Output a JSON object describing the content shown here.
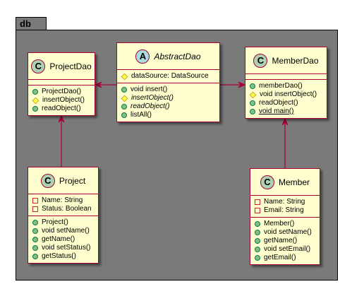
{
  "package": {
    "name": "db"
  },
  "classes": [
    {
      "id": "ProjectDao",
      "name": "ProjectDao",
      "stereotype": "C",
      "abstract": false,
      "fields": [],
      "methods": [
        {
          "vis": "public",
          "text": "ProjectDao()"
        },
        {
          "vis": "protected",
          "text": "insertObject()"
        },
        {
          "vis": "public",
          "text": "readObject()"
        }
      ]
    },
    {
      "id": "AbstractDao",
      "name": "AbstractDao",
      "stereotype": "A",
      "abstract": true,
      "fields": [
        {
          "vis": "protected",
          "text": "dataSource: DataSource"
        }
      ],
      "methods": [
        {
          "vis": "public",
          "text": "void insert()"
        },
        {
          "vis": "protected",
          "text": "insertObject()",
          "italic": true
        },
        {
          "vis": "public",
          "text": "readObject()",
          "italic": true
        },
        {
          "vis": "public",
          "text": "listAll()"
        }
      ]
    },
    {
      "id": "MemberDao",
      "name": "MemberDao",
      "stereotype": "C",
      "abstract": false,
      "fields": [],
      "methods": [
        {
          "vis": "public",
          "text": "memberDao()"
        },
        {
          "vis": "protected",
          "text": "void insertObject()"
        },
        {
          "vis": "public",
          "text": "readObject()"
        },
        {
          "vis": "public",
          "text": "void main()",
          "underline": true
        }
      ]
    },
    {
      "id": "Project",
      "name": "Project",
      "stereotype": "C",
      "abstract": false,
      "fields": [
        {
          "vis": "private",
          "text": "Name: String"
        },
        {
          "vis": "private",
          "text": "Status: Boolean"
        }
      ],
      "methods": [
        {
          "vis": "public",
          "text": "Project()"
        },
        {
          "vis": "public",
          "text": "void setName()"
        },
        {
          "vis": "public",
          "text": "getName()"
        },
        {
          "vis": "public",
          "text": "void setStatus()"
        },
        {
          "vis": "public",
          "text": "getStatus()"
        }
      ]
    },
    {
      "id": "Member",
      "name": "Member",
      "stereotype": "C",
      "abstract": false,
      "fields": [
        {
          "vis": "private",
          "text": "Name: String"
        },
        {
          "vis": "private",
          "text": "Email: String"
        }
      ],
      "methods": [
        {
          "vis": "public",
          "text": "Member()"
        },
        {
          "vis": "public",
          "text": "void setName()"
        },
        {
          "vis": "public",
          "text": "getName()"
        },
        {
          "vis": "public",
          "text": "void setEmail()"
        },
        {
          "vis": "public",
          "text": "getEmail()"
        }
      ]
    }
  ],
  "relations": [
    {
      "from": "AbstractDao",
      "to": "ProjectDao"
    },
    {
      "from": "AbstractDao",
      "to": "MemberDao"
    },
    {
      "from": "Project",
      "to": "ProjectDao"
    },
    {
      "from": "Member",
      "to": "MemberDao"
    }
  ],
  "colors": {
    "package_fill": "#7a7a7a",
    "class_fill": "#fefece",
    "class_border": "#a80036",
    "class_circle": "#add1b2",
    "abstract_circle": "#a9dcdf"
  }
}
